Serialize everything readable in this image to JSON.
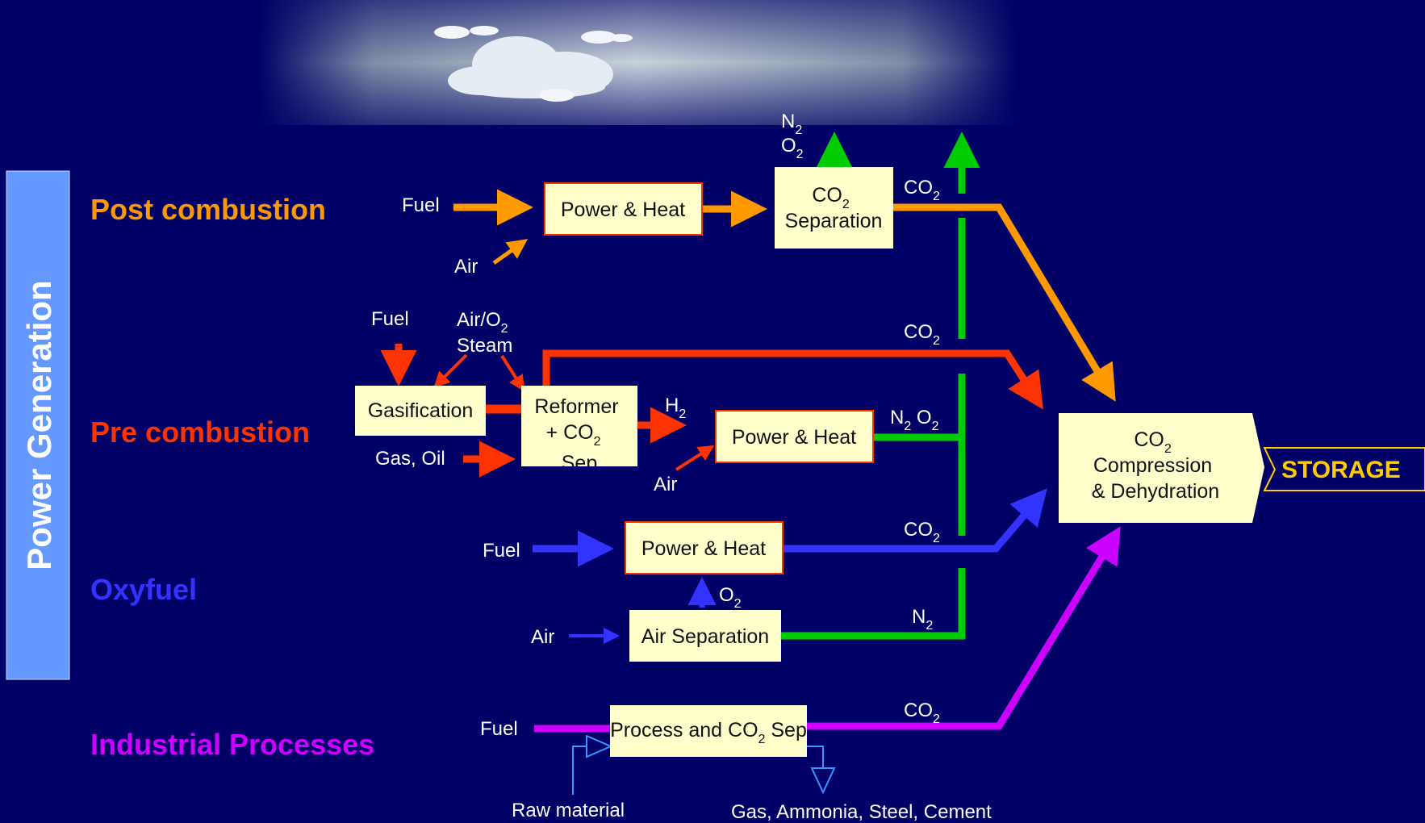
{
  "side_label": "Power Generation",
  "categories": {
    "post": "Post combustion",
    "pre": "Pre combustion",
    "oxy": "Oxyfuel",
    "ind": "Industrial Processes"
  },
  "boxes": {
    "post_power": "Power & Heat",
    "co2_sep": [
      "CO",
      "2",
      "Separation"
    ],
    "gasification": "Gasification",
    "reformer": [
      "Reformer",
      "+ CO",
      "2",
      "Sep"
    ],
    "pre_power": "Power & Heat",
    "oxy_power": "Power & Heat",
    "air_sep": "Air Separation",
    "process": [
      "Process and CO",
      "2",
      " Sep"
    ],
    "compression": [
      "CO",
      "2",
      "Compression",
      "& Dehydration"
    ],
    "storage": "STORAGE"
  },
  "labels": {
    "fuel_post": "Fuel",
    "air_post": "Air",
    "fuel_pre": "Fuel",
    "air_o2_steam": [
      "Air/O",
      "2",
      "Steam"
    ],
    "gas_oil": "Gas, Oil",
    "h2": [
      "H",
      "2"
    ],
    "air_pre": "Air",
    "fuel_oxy": "Fuel",
    "o2_oxy": [
      "O",
      "2"
    ],
    "air_oxy": "Air",
    "fuel_ind": "Fuel",
    "raw_material": "Raw material",
    "products": "Gas, Ammonia, Steel, Cement",
    "n2_o2_top": [
      "N",
      "2",
      "O",
      "2"
    ],
    "co2_post": [
      "CO",
      "2"
    ],
    "co2_pre": [
      "CO",
      "2"
    ],
    "n2_o2_pre": [
      "N",
      "2",
      " O",
      "2"
    ],
    "co2_oxy": [
      "CO",
      "2"
    ],
    "n2_oxy": [
      "N",
      "2"
    ],
    "co2_ind": [
      "CO",
      "2"
    ]
  },
  "colors": {
    "background": "#000066",
    "post": "#ff9900",
    "pre": "#ff3300",
    "oxy": "#3333ff",
    "ind": "#cc00ff",
    "green": "#00cc00",
    "box_fill": "#ffffcc",
    "box_border": "#ff3300",
    "storage": "#ffcc00",
    "side_panel": "#6699ff"
  }
}
